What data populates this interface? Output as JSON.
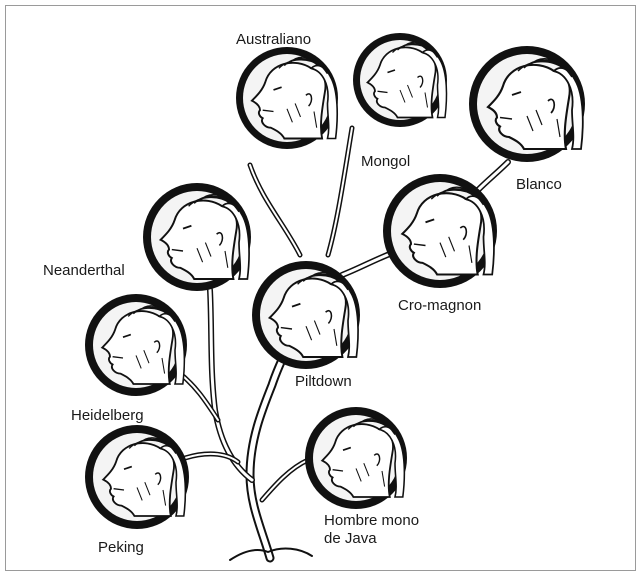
{
  "labels": {
    "australiano": "Australiano",
    "mongol": "Mongol",
    "blanco": "Blanco",
    "neanderthal": "Neanderthal",
    "cro_magnon": "Cro-magnon",
    "piltdown": "Piltdown",
    "heidelberg": "Heidelberg",
    "hombre_mono_line1": "Hombre mono",
    "hombre_mono_line2": "de Java",
    "peking": "Peking"
  },
  "colors": {
    "ink": "#111111",
    "paper": "#ffffff",
    "border": "#9a9a9a"
  },
  "icons": {
    "portrait": "human-head-profile-icon",
    "tree": "evolutionary-tree-branches"
  }
}
